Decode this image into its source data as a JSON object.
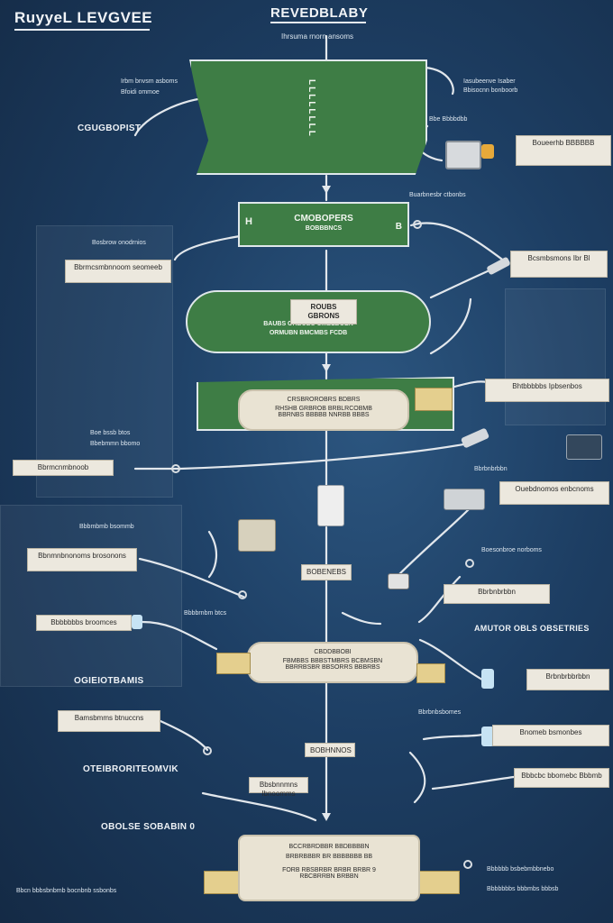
{
  "header": {
    "brand": "RuyyeL LEVGVEE",
    "title": "REVEDBLABY",
    "subtitle": "Ihrsuma rnorn ansoms"
  },
  "sections": {
    "component": "CGUGBOPIST",
    "operations": "OGIEIOTBAMIS",
    "outbroken": "OTEIBRORITEOMVIK",
    "origins": "OBOLSE SOBABIN 0",
    "right_group": "AMUTOR OBLS OBSETRIES"
  },
  "nodes": {
    "top_flag": "LLLLLLLL",
    "node2_title": "CMOBOPERS",
    "node2_sub": "BOBBBNCS",
    "node2_left": "H",
    "node2_right": "B",
    "node3_tag": "ROUBS GBRONS",
    "node3_line1": "BAUBS ORBUBS CMBLBOEN",
    "node3_line2": "ORMUBN BMCMBS FCDB",
    "node4_title": "CRSBROROBRS BDBRS",
    "node4_line1": "RHSHB GRBROB BRBLRCOBMB",
    "node4_line2": "BBRNBS BBBBB NNRBB BBBS",
    "node5_title": "CBDDBBOBI",
    "node5_line1": "FBMBBS BBBSTMBRS BCBMSBN",
    "node5_line2": "BBRRBSBR BBSORRS BBBRBS",
    "node6_line1": "BCCRBRDBBR BBDBBBBN",
    "node6_line2": "BRBRBBBR BR BBBBBBB BB",
    "node6_line3": "FORB RBSBRBR BRBR BRBR 9",
    "node6_line4": "RBCBRRBN BRBBN"
  },
  "labels": {
    "l1": "Irbm bnvsm asboms",
    "l2": "Bfoidi ommoe",
    "l3": "Bosbrow onodrnios",
    "r1": "Iasubeenve Isaber",
    "r2": "Bbisocnn bonboorb",
    "r3": "Bbe Bbbbdbb",
    "r4": "Boueerhb BBBBBB",
    "r5": "Buarbnesbr ctbonbs",
    "r6": "Bcsmbsmons Ibr Bl",
    "r7": "Bhtbbbbbs Ipbsenbos",
    "r8": "Bbrbnbrbbn",
    "r9": "Ouebdnomos enbcnoms",
    "r10": "Boesonbroe norboms",
    "r11": "Bbrbnbrbbn",
    "r12": "Brbnbrbbrbbn",
    "r13": "Bbrbnbsbomes",
    "r14": "Bnomeb bsmonbes",
    "left_box1": "Bbrmcsmbnnoom seomeeb",
    "left_box2": "Boe bssb btos",
    "left_box3": "Bbrmcnmbnoob",
    "left_box4": "Bbnmnbnonoms brosonons",
    "left_box5": "Bbbbbbbs broomces",
    "left_box6": "Bamsbmms btnuccns",
    "left_box7": "Bbsbnnmns Ibnoomms",
    "left_note1": "Bbebmmn bbomo",
    "left_note2": "Bbbmbmb bsommb",
    "left_note3": "Bbbbrnbm btcs",
    "mid_tag": "BOBHNNOS",
    "mid_box": "BOBENEBS",
    "bottom_left": "Bbcn bbbsbnbmb bocnbnb ssbonbs",
    "bottom_right1": "Bbbcbc bbomebc Bbbmb",
    "bottom_right2": "Bbbbbb bsbebmbbnebo",
    "bottom_right3": "Bbbbbbbs bbbmbs bbbsb"
  },
  "colors": {
    "background": "#1d3e63",
    "node_green": "#3e7d45",
    "pill": "#e9e3d3",
    "ribbon": "#e4cf8e",
    "wire": "#e2e7ec"
  }
}
